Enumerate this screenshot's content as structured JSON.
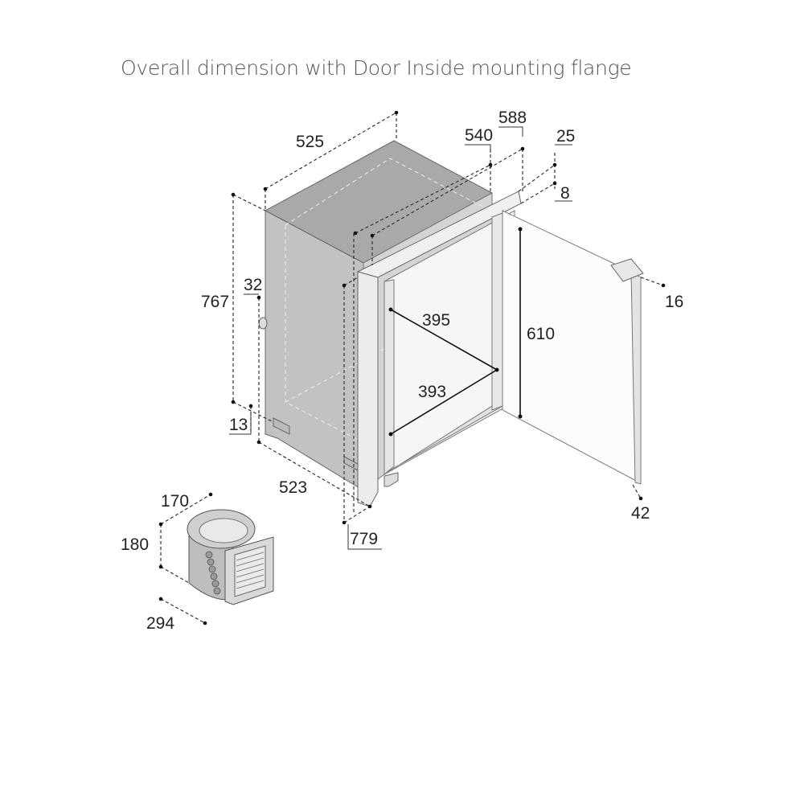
{
  "title": "Overall dimension with Door Inside mounting flange",
  "dimensions": {
    "width_top": "525",
    "depth_540": "540",
    "depth_588": "588",
    "flange_25": "25",
    "flange_8": "8",
    "height_767": "767",
    "offset_32": "32",
    "inner_width_top": "395",
    "inner_height": "610",
    "inner_width_bottom": "393",
    "door_16": "16",
    "base_13": "13",
    "depth_523": "523",
    "door_42": "42",
    "total_779": "779",
    "unit_width": "170",
    "unit_height": "180",
    "unit_depth": "294"
  },
  "colors": {
    "cabinet_top": "#a9a9a9",
    "cabinet_side": "#c2c2c2",
    "cabinet_front": "#d6d6d6",
    "frame": "#ebebeb",
    "line": "#555555"
  }
}
